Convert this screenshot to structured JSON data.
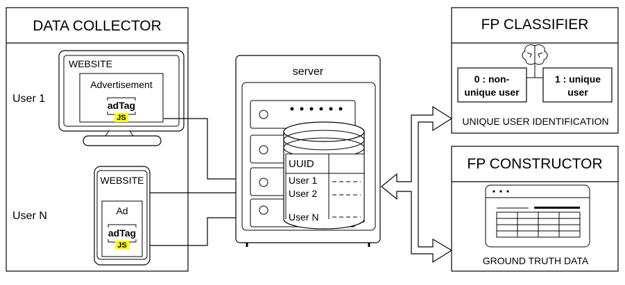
{
  "collector": {
    "title": "DATA COLLECTOR",
    "user1": "User 1",
    "userN": "User N",
    "desktop": {
      "website": "WEBSITE",
      "ad": "Advertisement",
      "tag": "adTag",
      "js": "JS"
    },
    "mobile": {
      "website": "WEBSITE",
      "ad": "Ad",
      "tag": "adTag",
      "js": "JS"
    }
  },
  "server": {
    "title": "server",
    "db_header": "UUID",
    "db_rows": [
      "User 1",
      "User 2",
      "User N"
    ]
  },
  "classifier": {
    "title": "FP CLASSIFIER",
    "class0": [
      "0 : non-",
      "unique user"
    ],
    "class1": [
      "1 : unique",
      "user"
    ],
    "caption": "UNIQUE USER IDENTIFICATION"
  },
  "constructor": {
    "title": "FP CONSTRUCTOR",
    "caption": "GROUND TRUTH DATA"
  },
  "colors": {
    "js_highlight": "#ffff00",
    "stroke": "#000000"
  }
}
